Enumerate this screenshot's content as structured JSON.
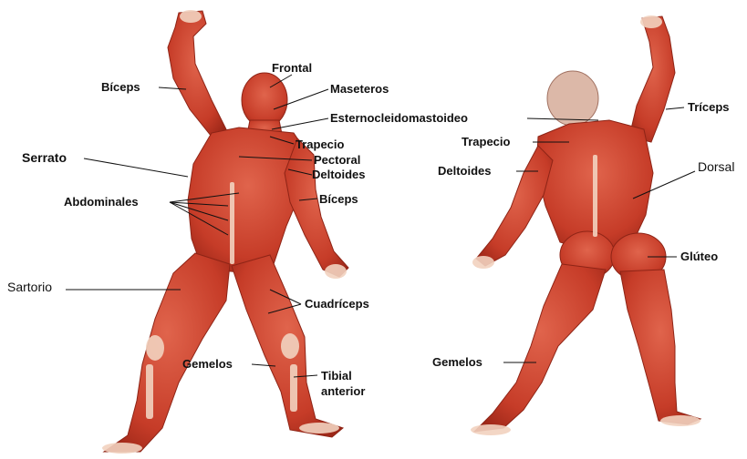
{
  "labels": {
    "frontal": "Frontal",
    "maseteros": "Maseteros",
    "biceps_upper": "Bíceps",
    "esterno": "Esternocleidomastoideo",
    "trapecio_front": "Trapecio",
    "serrato": "Serrato",
    "pectoral": "Pectoral",
    "deltoides_front": "Deltoides",
    "abdominales": "Abdominales",
    "biceps_lower": "Bíceps",
    "sartorio": "Sartorio",
    "cuadriceps": "Cuadríceps",
    "gemelos_front": "Gemelos",
    "tibial_1": "Tibial",
    "tibial_2": "anterior",
    "triceps": "Tríceps",
    "trapecio_back": "Trapecio",
    "deltoides_back": "Deltoides",
    "dorsal": "Dorsal",
    "gluteo": "Glúteo",
    "gemelos_back": "Gemelos"
  },
  "colors": {
    "muscle": "#c9412d",
    "muscle_dark": "#9e2a1b",
    "tendon": "#f1d3c2",
    "leader": "#111111"
  }
}
